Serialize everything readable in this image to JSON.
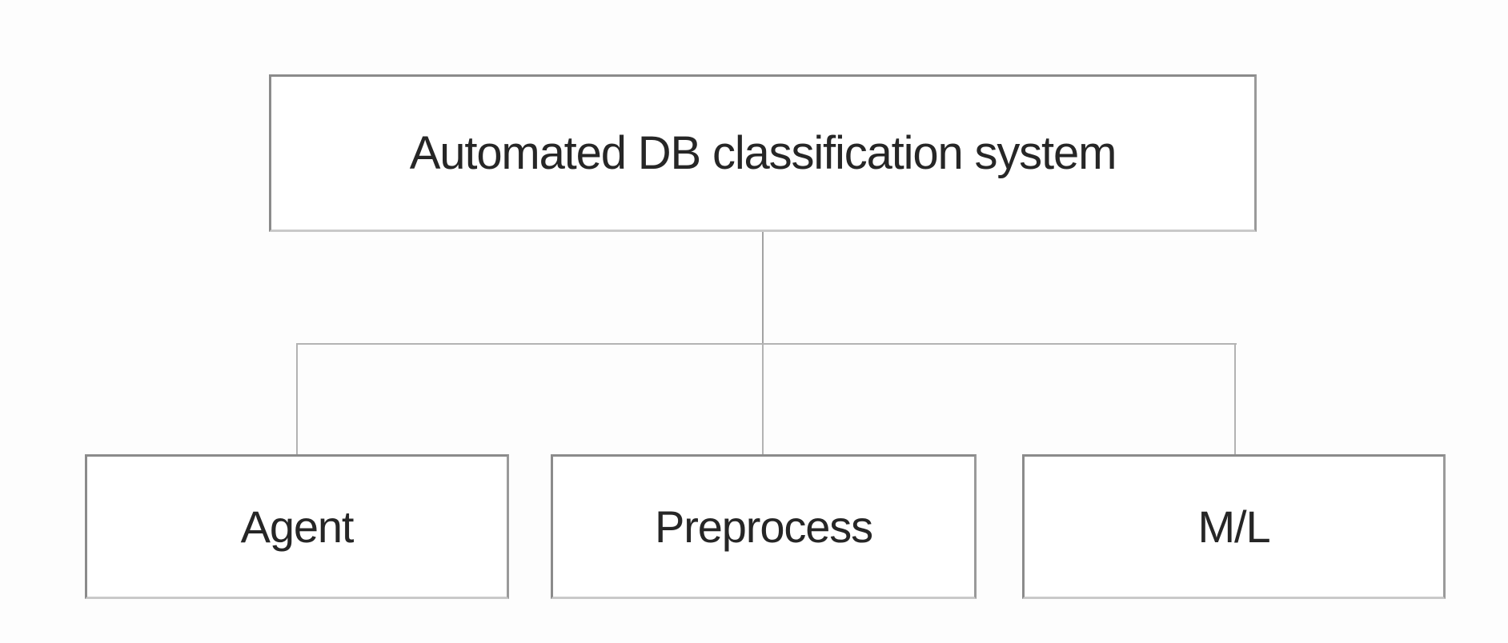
{
  "diagram": {
    "type": "hierarchy",
    "root": {
      "label": "Automated DB classification system"
    },
    "children": [
      {
        "label": "Agent"
      },
      {
        "label": "Preprocess"
      },
      {
        "label": "M/L"
      }
    ],
    "colors": {
      "background": "#fdfdfd",
      "box_fill": "#ffffff",
      "box_border": "#8b8b8b",
      "box_border_light": "#c9c9c9",
      "connector": "#b3b3b3",
      "text": "#262626"
    }
  }
}
